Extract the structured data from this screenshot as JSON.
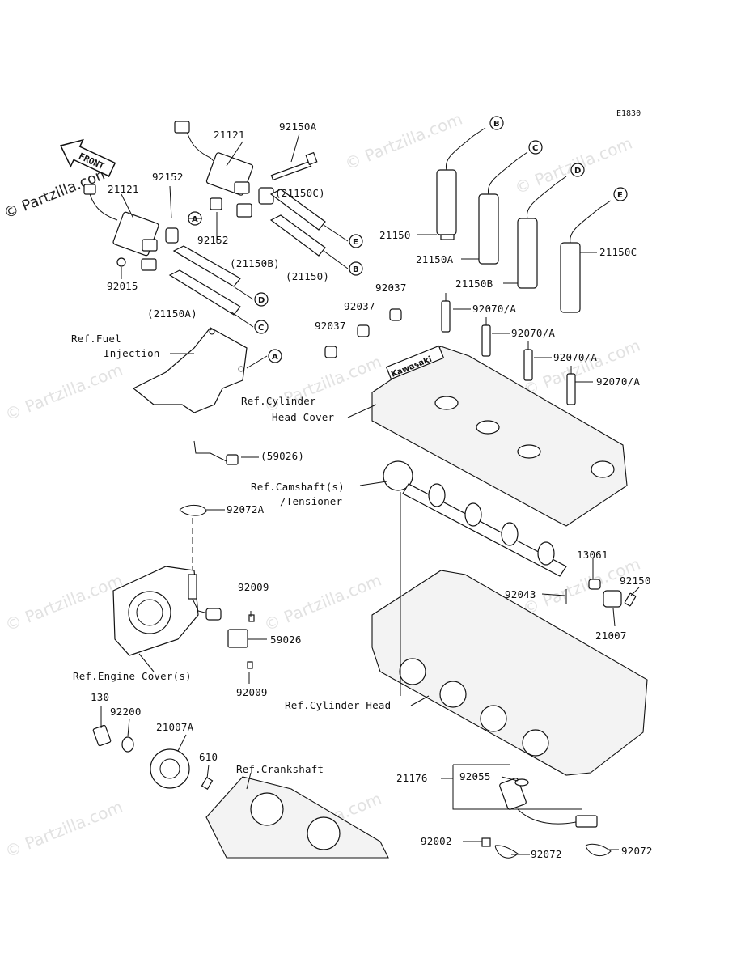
{
  "diagram_code": "E1830",
  "watermark": "© Partzilla.com",
  "front_label": "FRONT",
  "callouts": [
    "A",
    "B",
    "C",
    "D",
    "E"
  ],
  "labels": {
    "p21121_a": "21121",
    "p21121_b": "21121",
    "p92150A": "92150A",
    "p92152_a": "92152",
    "p92152_b": "92152",
    "p21150C_paren": "(21150C)",
    "p21150B_paren": "(21150B)",
    "p21150_paren": "(21150)",
    "p21150A_paren": "(21150A)",
    "p92015": "92015",
    "p21150": "21150",
    "p21150A": "21150A",
    "p21150B": "21150B",
    "p21150C": "21150C",
    "p92037_a": "92037",
    "p92037_b": "92037",
    "p92037_c": "92037",
    "p92070A_1": "92070/A",
    "p92070A_2": "92070/A",
    "p92070A_3": "92070/A",
    "p92070A_4": "92070/A",
    "ref_fuel_1": "Ref.Fuel",
    "ref_fuel_2": "Injection",
    "ref_head_cover_1": "Ref.Cylinder",
    "ref_head_cover_2": "Head Cover",
    "p59026_paren": "(59026)",
    "ref_cam_1": "Ref.Camshaft(s)",
    "ref_cam_2": "/Tensioner",
    "p92072A": "92072A",
    "p13061": "13061",
    "p92150": "92150",
    "p92043": "92043",
    "p21007": "21007",
    "p92009_a": "92009",
    "p59026": "59026",
    "p92009_b": "92009",
    "ref_engine_cover": "Ref.Engine Cover(s)",
    "ref_cyl_head": "Ref.Cylinder Head",
    "p130": "130",
    "p92200": "92200",
    "p21007A": "21007A",
    "p610": "610",
    "ref_crank": "Ref.Crankshaft",
    "p21176": "21176",
    "p92055": "92055",
    "p92002": "92002",
    "p92072_a": "92072",
    "p92072_b": "92072",
    "brand_on_cover": "Kawasaki"
  }
}
